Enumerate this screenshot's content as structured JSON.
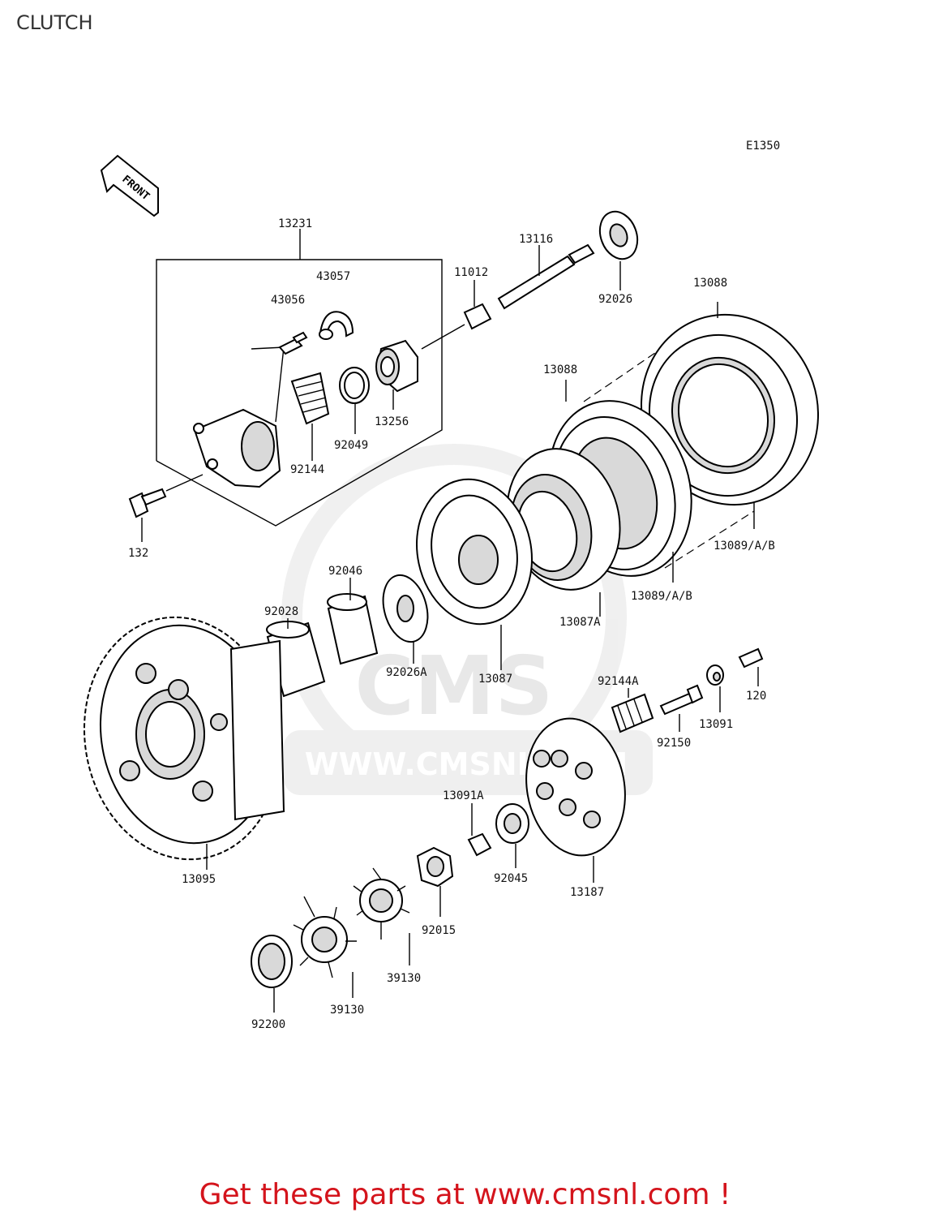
{
  "page": {
    "title": "CLUTCH",
    "footer": "Get these parts at www.cmsnl.com !"
  },
  "diagram": {
    "code": "E1350",
    "front_label": "FRONT",
    "watermark": {
      "logo": "CMS",
      "url": "WWW.CMSNL.COM"
    },
    "labels": {
      "p13231": "13231",
      "p43057": "43057",
      "p43056": "43056",
      "p11012": "11012",
      "p13116": "13116",
      "p92026": "92026",
      "p13088a": "13088",
      "p13088b": "13088",
      "p13256": "13256",
      "p92049": "92049",
      "p92144": "92144",
      "p132": "132",
      "p92046": "92046",
      "p92028": "92028",
      "p92026a": "92026A",
      "p13087": "13087",
      "p13087a": "13087A",
      "p13089ab1": "13089/A/B",
      "p13089ab2": "13089/A/B",
      "p92144a": "92144A",
      "p120": "120",
      "p13091": "13091",
      "p92150": "92150",
      "p13095": "13095",
      "p13091a": "13091A",
      "p92045": "92045",
      "p13187": "13187",
      "p92015": "92015",
      "p39130a": "39130",
      "p39130b": "39130",
      "p92200": "92200"
    }
  }
}
